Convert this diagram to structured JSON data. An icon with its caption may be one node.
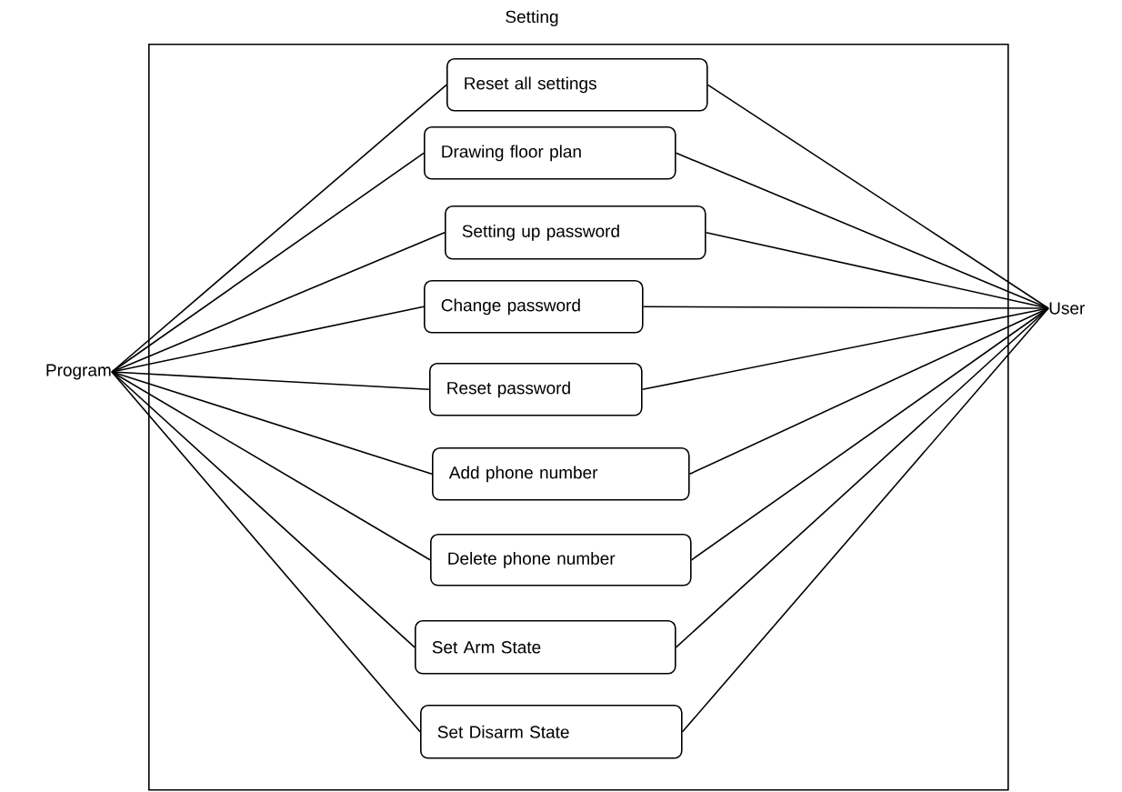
{
  "diagram": {
    "nodes": [
      {
        "text": [
          "Setting"
        ]
      },
      {
        "text": [
          "Reset all settings"
        ],
        "in": 0
      },
      {
        "text": [
          "Drawing floor plan"
        ],
        "in": 0
      },
      {
        "text": [
          "Setting up password"
        ],
        "in": 0
      },
      {
        "text": [
          "Change password"
        ],
        "in": 0
      },
      {
        "text": [
          "Reset password"
        ],
        "in": 0
      },
      {
        "text": [
          "Add phone number"
        ],
        "in": 0
      },
      {
        "text": [
          "Delete phone number"
        ],
        "in": 0
      },
      {
        "text": [
          "Set Arm State"
        ],
        "in": 0
      },
      {
        "text": [
          "Set Disarm State"
        ],
        "in": 0
      },
      {
        "text": [
          "Program"
        ]
      },
      {
        "text": [
          "User"
        ]
      }
    ],
    "edges": [
      {
        "from": 10,
        "to": 1,
        "arrow": "none"
      },
      {
        "from": 10,
        "to": 2,
        "arrow": "none"
      },
      {
        "from": 10,
        "to": 3,
        "arrow": "none"
      },
      {
        "from": 10,
        "to": 4,
        "arrow": "none"
      },
      {
        "from": 10,
        "to": 5,
        "arrow": "none"
      },
      {
        "from": 10,
        "to": 6,
        "arrow": "none"
      },
      {
        "from": 10,
        "to": 7,
        "arrow": "none"
      },
      {
        "from": 10,
        "to": 8,
        "arrow": "none"
      },
      {
        "from": 10,
        "to": 9,
        "arrow": "none"
      },
      {
        "from": 1,
        "to": 11,
        "arrow": "none"
      },
      {
        "from": 2,
        "to": 11,
        "arrow": "none"
      },
      {
        "from": 3,
        "to": 11,
        "arrow": "none"
      },
      {
        "from": 4,
        "to": 11,
        "arrow": "none"
      },
      {
        "from": 5,
        "to": 11,
        "arrow": "none"
      },
      {
        "from": 6,
        "to": 11,
        "arrow": "none"
      },
      {
        "from": 7,
        "to": 11,
        "arrow": "none"
      },
      {
        "from": 8,
        "to": 11,
        "arrow": "none"
      },
      {
        "from": 9,
        "to": 11,
        "arrow": "none"
      }
    ]
  }
}
